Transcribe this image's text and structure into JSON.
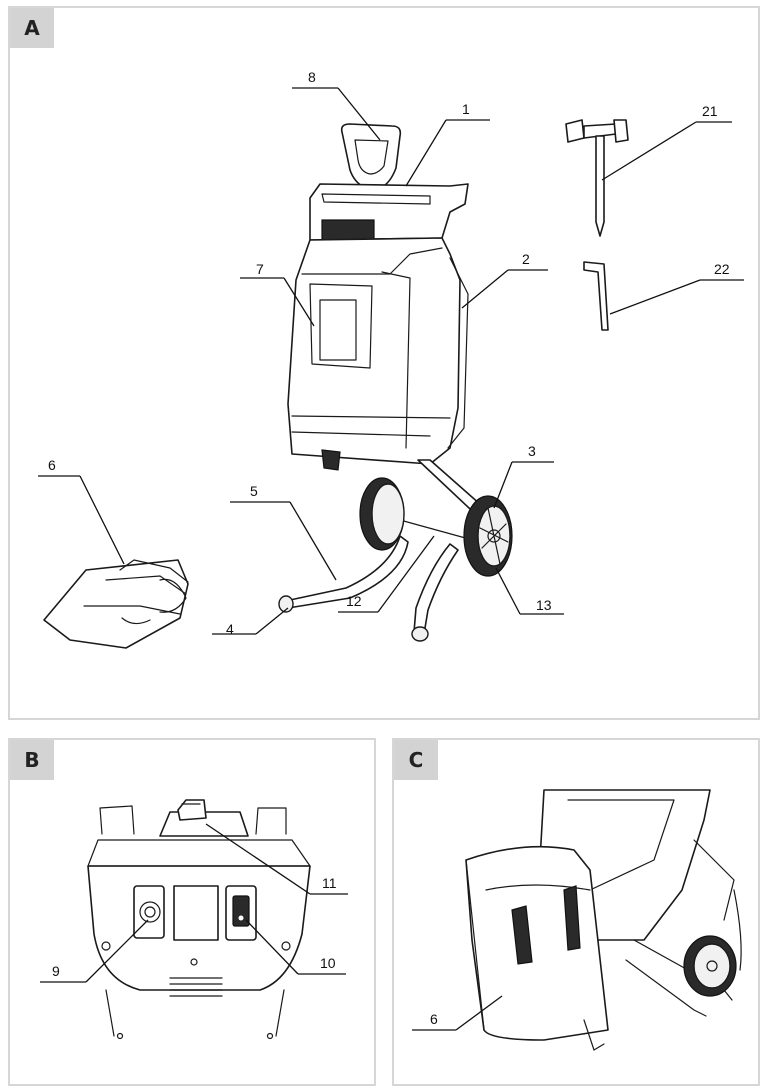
{
  "panels": {
    "a": {
      "tag": "A"
    },
    "b": {
      "tag": "B"
    },
    "c": {
      "tag": "C"
    }
  },
  "callouts_a": {
    "c1": "1",
    "c2": "2",
    "c3": "3",
    "c4": "4",
    "c5": "5",
    "c6": "6",
    "c7": "7",
    "c8": "8",
    "c12": "12",
    "c13": "13",
    "c21": "21",
    "c22": "22"
  },
  "callouts_b": {
    "c9": "9",
    "c10": "10",
    "c11": "11"
  },
  "callouts_c": {
    "c6": "6"
  }
}
